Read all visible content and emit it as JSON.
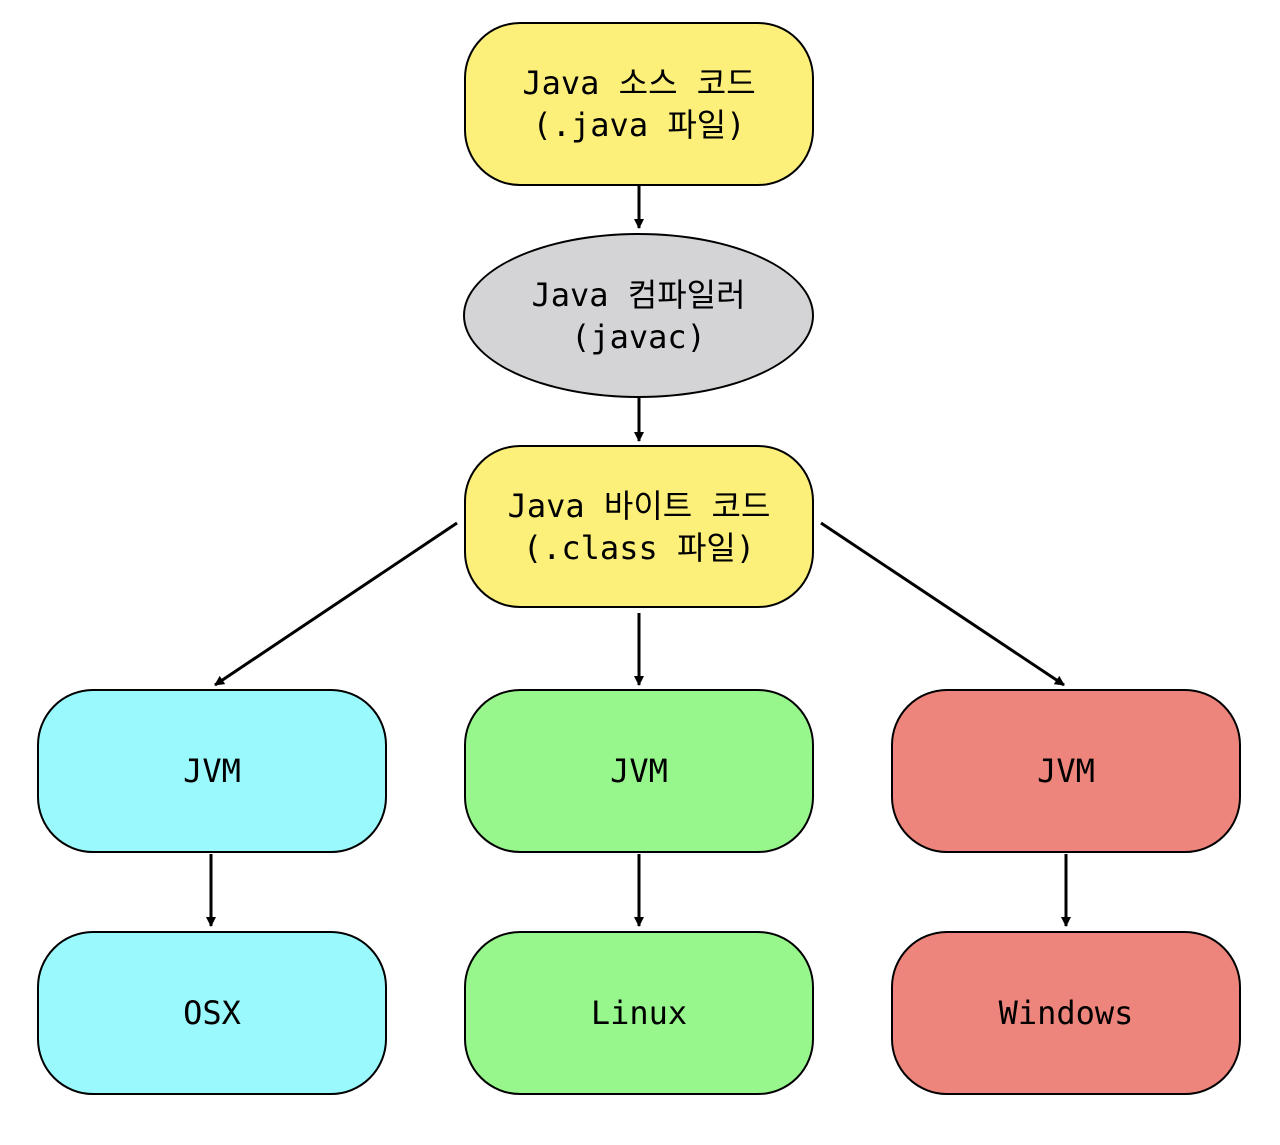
{
  "colors": {
    "yellow": "#FCF07A",
    "gray": "#D4D4D6",
    "cyan": "#9AF9FC",
    "green": "#98F78C",
    "red": "#EE857D",
    "stroke": "#000000"
  },
  "nodes": {
    "source_code": {
      "line1": "Java 소스 코드",
      "line2": "(.java 파일)"
    },
    "compiler": {
      "line1": "Java 컴파일러",
      "line2": "(javac)"
    },
    "bytecode": {
      "line1": "Java 바이트 코드",
      "line2": "(.class 파일)"
    },
    "jvm_osx": {
      "label": "JVM"
    },
    "jvm_linux": {
      "label": "JVM"
    },
    "jvm_windows": {
      "label": "JVM"
    },
    "os_osx": {
      "label": "OSX"
    },
    "os_linux": {
      "label": "Linux"
    },
    "os_windows": {
      "label": "Windows"
    }
  }
}
